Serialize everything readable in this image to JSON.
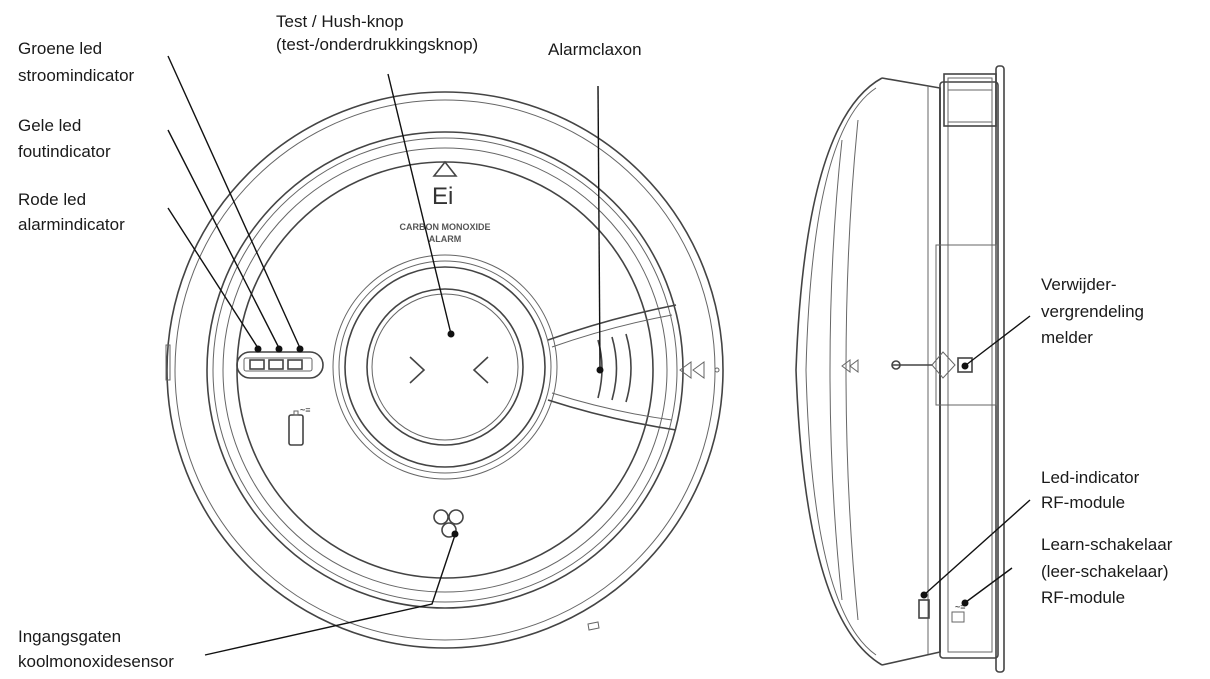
{
  "labels": {
    "green_led": [
      "Groene led",
      "stroomindicator"
    ],
    "yellow_led": [
      "Gele led",
      "foutindicator"
    ],
    "red_led": [
      "Rode led",
      "alarmindicator"
    ],
    "test_button": [
      "Test / Hush-knop",
      "(test-/onderdrukkingsknop)"
    ],
    "horn": [
      "Alarmclaxon"
    ],
    "release_lock": [
      "Verwijder-",
      "vergrendeling",
      "melder"
    ],
    "rf_led": [
      "Led-indicator",
      "RF-module"
    ],
    "learn_switch": [
      "Learn-schakelaar",
      "(leer-schakelaar)",
      "RF-module"
    ],
    "sensor_holes": [
      "Ingangsgaten",
      "koolmonoxidesensor"
    ]
  },
  "device": {
    "logo": "Ei",
    "brand_line1": "CARBON MONOXIDE",
    "brand_line2": "ALARM"
  },
  "colors": {
    "line": "#444444",
    "text": "#1a1a1a",
    "background": "#ffffff"
  }
}
